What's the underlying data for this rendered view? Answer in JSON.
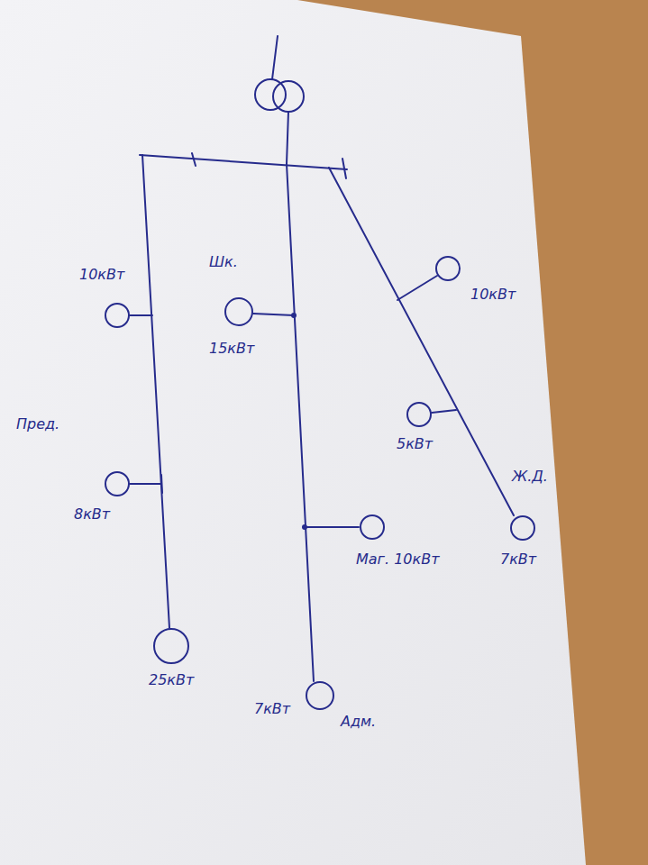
{
  "diagram": {
    "nodes": [
      {
        "text": [
          "10кВт"
        ]
      },
      {
        "text": [
          "5кВт"
        ]
      },
      {
        "text": [
          "Ж.Д.",
          "7кВт"
        ]
      },
      {
        "text": [
          "Шк.",
          "15кВт"
        ]
      },
      {
        "text": [
          "Маг. 10кВт"
        ]
      },
      {
        "text": [
          "Адм.",
          "7кВт"
        ]
      },
      {
        "text": [
          "10кВт"
        ]
      },
      {
        "text": [
          "8кВт"
        ]
      },
      {
        "text": [
          "25кВт"
        ]
      }
    ],
    "labels": [
      "Пред."
    ]
  }
}
